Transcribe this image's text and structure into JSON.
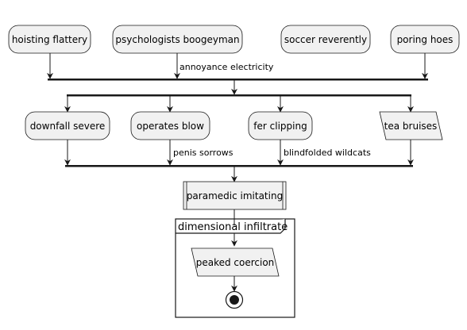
{
  "diagram": {
    "top_actions": [
      "hoisting flattery",
      "psychologists boogeyman",
      "soccer reverently",
      "poring hoes"
    ],
    "top_edge_label": "annoyance electricity",
    "middle_actions": [
      "downfall severe",
      "operates blow",
      "fer clipping"
    ],
    "middle_io": "tea bruises",
    "middle_edge_labels": [
      "penis sorrows",
      "blindfolded wildcats"
    ],
    "subprocess": "paramedic imitating",
    "group": {
      "title": "dimensional infiltrate",
      "io": "peaked coercion"
    }
  },
  "colors": {
    "node_fill": "#f1f1f1",
    "stroke": "#181818",
    "background": "#ffffff"
  }
}
